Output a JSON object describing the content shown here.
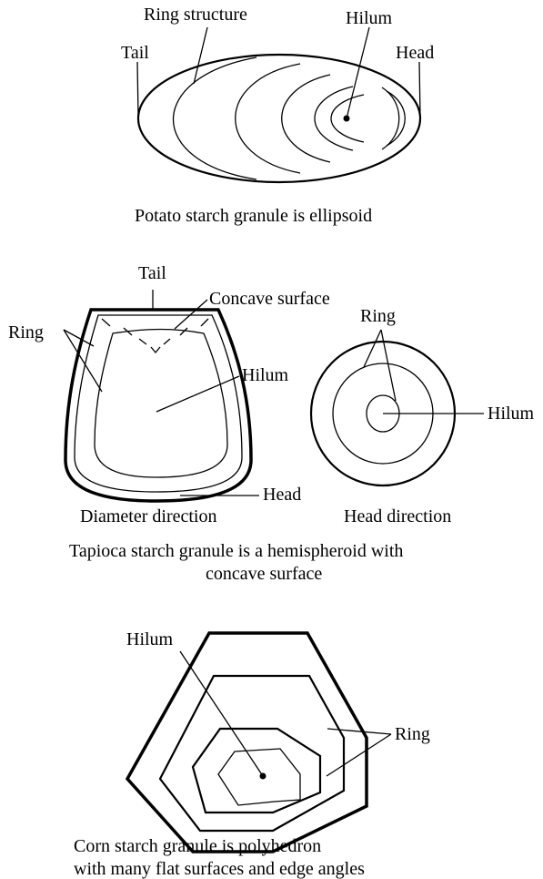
{
  "potato": {
    "labels": {
      "ring_structure": "Ring structure",
      "hilum": "Hilum",
      "tail": "Tail",
      "head": "Head"
    },
    "caption": "Potato starch granule is ellipsoid"
  },
  "tapioca": {
    "labels": {
      "tail": "Tail",
      "concave_surface": "Concave surface",
      "ring": "Ring",
      "hilum": "Hilum",
      "head": "Head",
      "ring_right": "Ring",
      "hilum_right": "Hilum"
    },
    "view_labels": {
      "diameter": "Diameter direction",
      "head": "Head direction"
    },
    "caption_line1": "Tapioca starch granule is a hemispheroid with",
    "caption_line2": "concave surface"
  },
  "corn": {
    "labels": {
      "hilum": "Hilum",
      "ring": "Ring"
    },
    "caption_line1": "Corn starch granule is polyhedron",
    "caption_line2": "with many flat surfaces and edge angles"
  }
}
